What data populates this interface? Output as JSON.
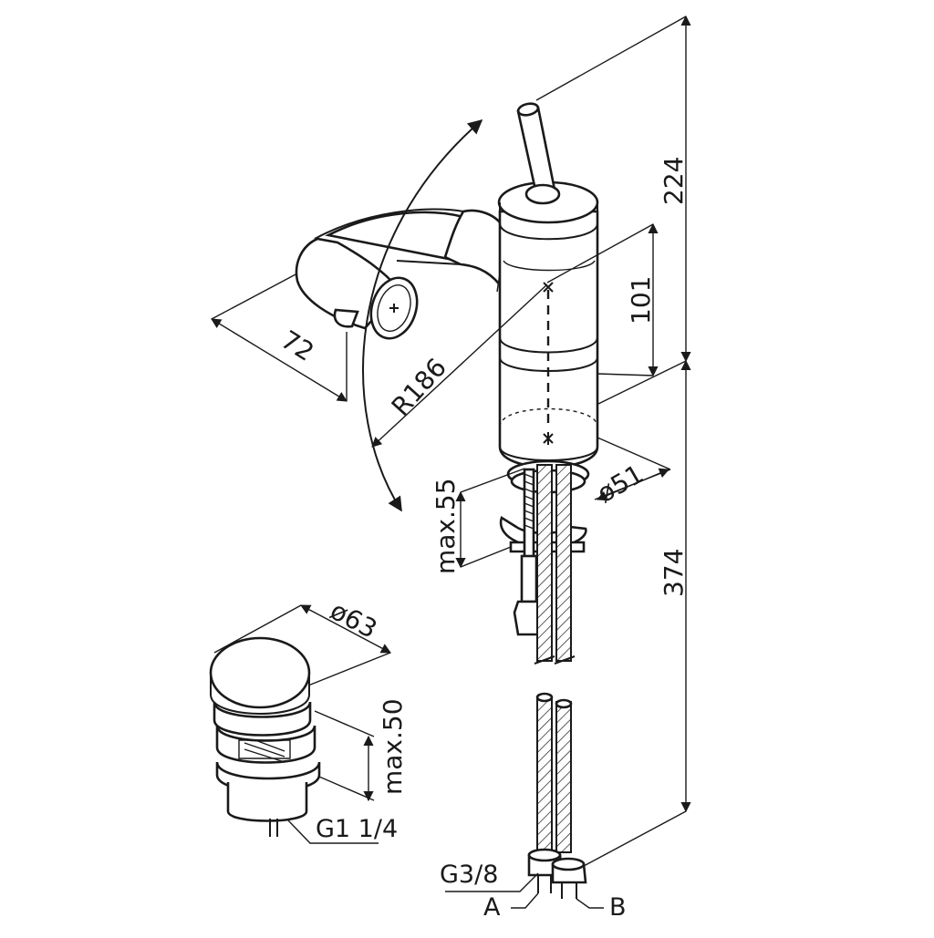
{
  "dimensions": {
    "height_upper": "224",
    "height_lower": "374",
    "body_height": "101",
    "radius": "R186",
    "projection": "72",
    "deck_thickness": "max.55",
    "body_diameter": "ø51",
    "waste_diameter": "ø63",
    "waste_height": "max.50",
    "waste_thread": "G1 1/4",
    "supply_thread": "G3/8"
  },
  "connections": {
    "left": "A",
    "right": "B"
  }
}
